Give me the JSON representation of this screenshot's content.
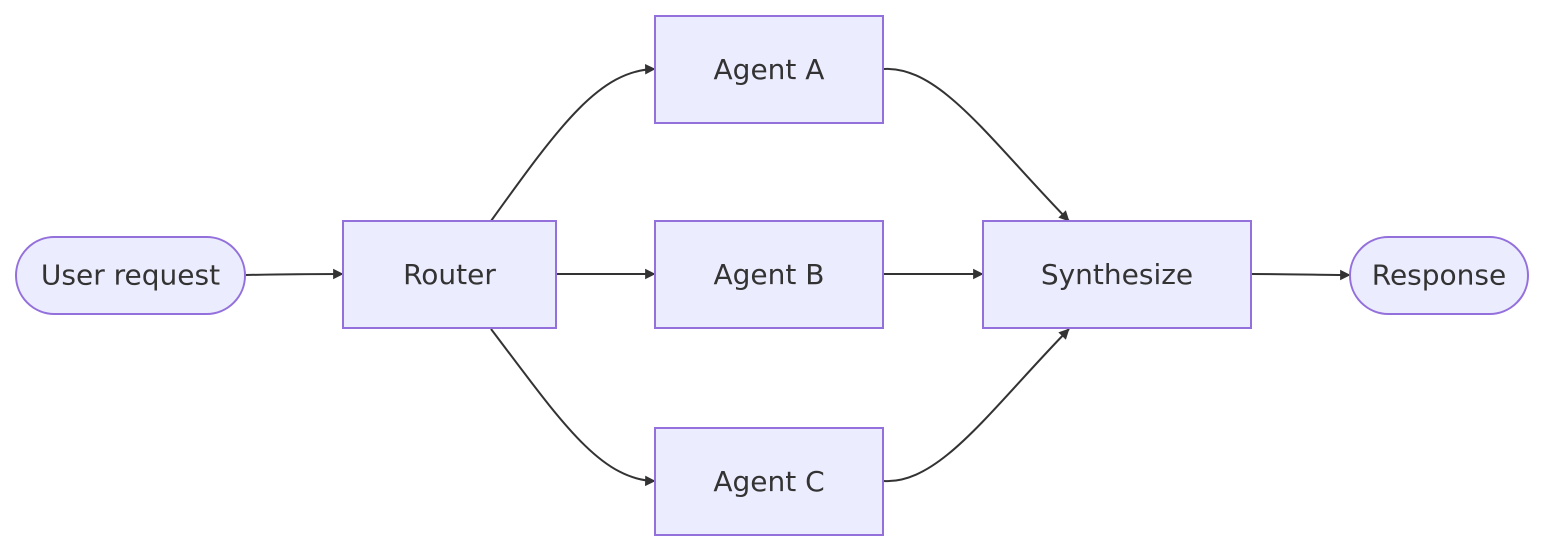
{
  "diagram": {
    "type": "flowchart",
    "direction": "left-to-right",
    "colors": {
      "node_fill": "#ECECFF",
      "node_stroke": "#9370DB",
      "edge": "#333333",
      "text": "#333333"
    },
    "nodes": {
      "user_request": {
        "label": "User request",
        "shape": "stadium"
      },
      "router": {
        "label": "Router",
        "shape": "rectangle"
      },
      "agent_a": {
        "label": "Agent A",
        "shape": "rectangle"
      },
      "agent_b": {
        "label": "Agent B",
        "shape": "rectangle"
      },
      "agent_c": {
        "label": "Agent C",
        "shape": "rectangle"
      },
      "synthesize": {
        "label": "Synthesize",
        "shape": "rectangle"
      },
      "response": {
        "label": "Response",
        "shape": "stadium"
      }
    },
    "edges": [
      {
        "from": "user_request",
        "to": "router"
      },
      {
        "from": "router",
        "to": "agent_a"
      },
      {
        "from": "router",
        "to": "agent_b"
      },
      {
        "from": "router",
        "to": "agent_c"
      },
      {
        "from": "agent_a",
        "to": "synthesize"
      },
      {
        "from": "agent_b",
        "to": "synthesize"
      },
      {
        "from": "agent_c",
        "to": "synthesize"
      },
      {
        "from": "synthesize",
        "to": "response"
      }
    ]
  }
}
